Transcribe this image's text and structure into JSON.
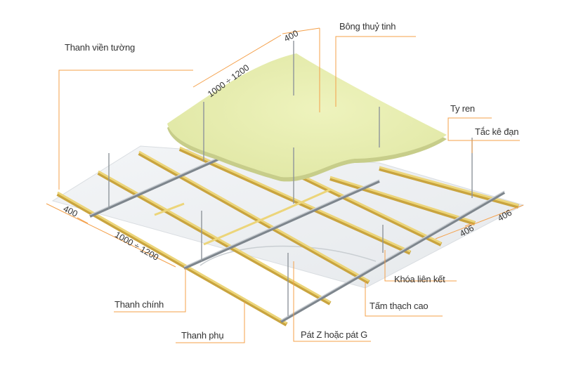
{
  "labels": {
    "wall_trim": "Thanh viền tường",
    "glass_wool": "Bông thuỷ tinh",
    "threaded_rod": "Ty ren",
    "anchor": "Tắc kê đạn",
    "connector_lock": "Khóa liên kết",
    "gypsum_board": "Tấm thạch cao",
    "main_bar": "Thanh chính",
    "cross_bar": "Thanh phụ",
    "bracket": "Pát Z hoặc pát G"
  },
  "dimensions": {
    "top_spacing": "400",
    "top_span": "1000 ÷ 1200",
    "left_spacing": "400",
    "bottom_span": "1000 ÷ 1200",
    "right_inner": "406",
    "right_outer": "406"
  },
  "colors": {
    "leader": "#f4a04a",
    "bar_yellow": "#e7c75e",
    "wool": "#e9efb0",
    "steel": "#9aa1a8"
  }
}
